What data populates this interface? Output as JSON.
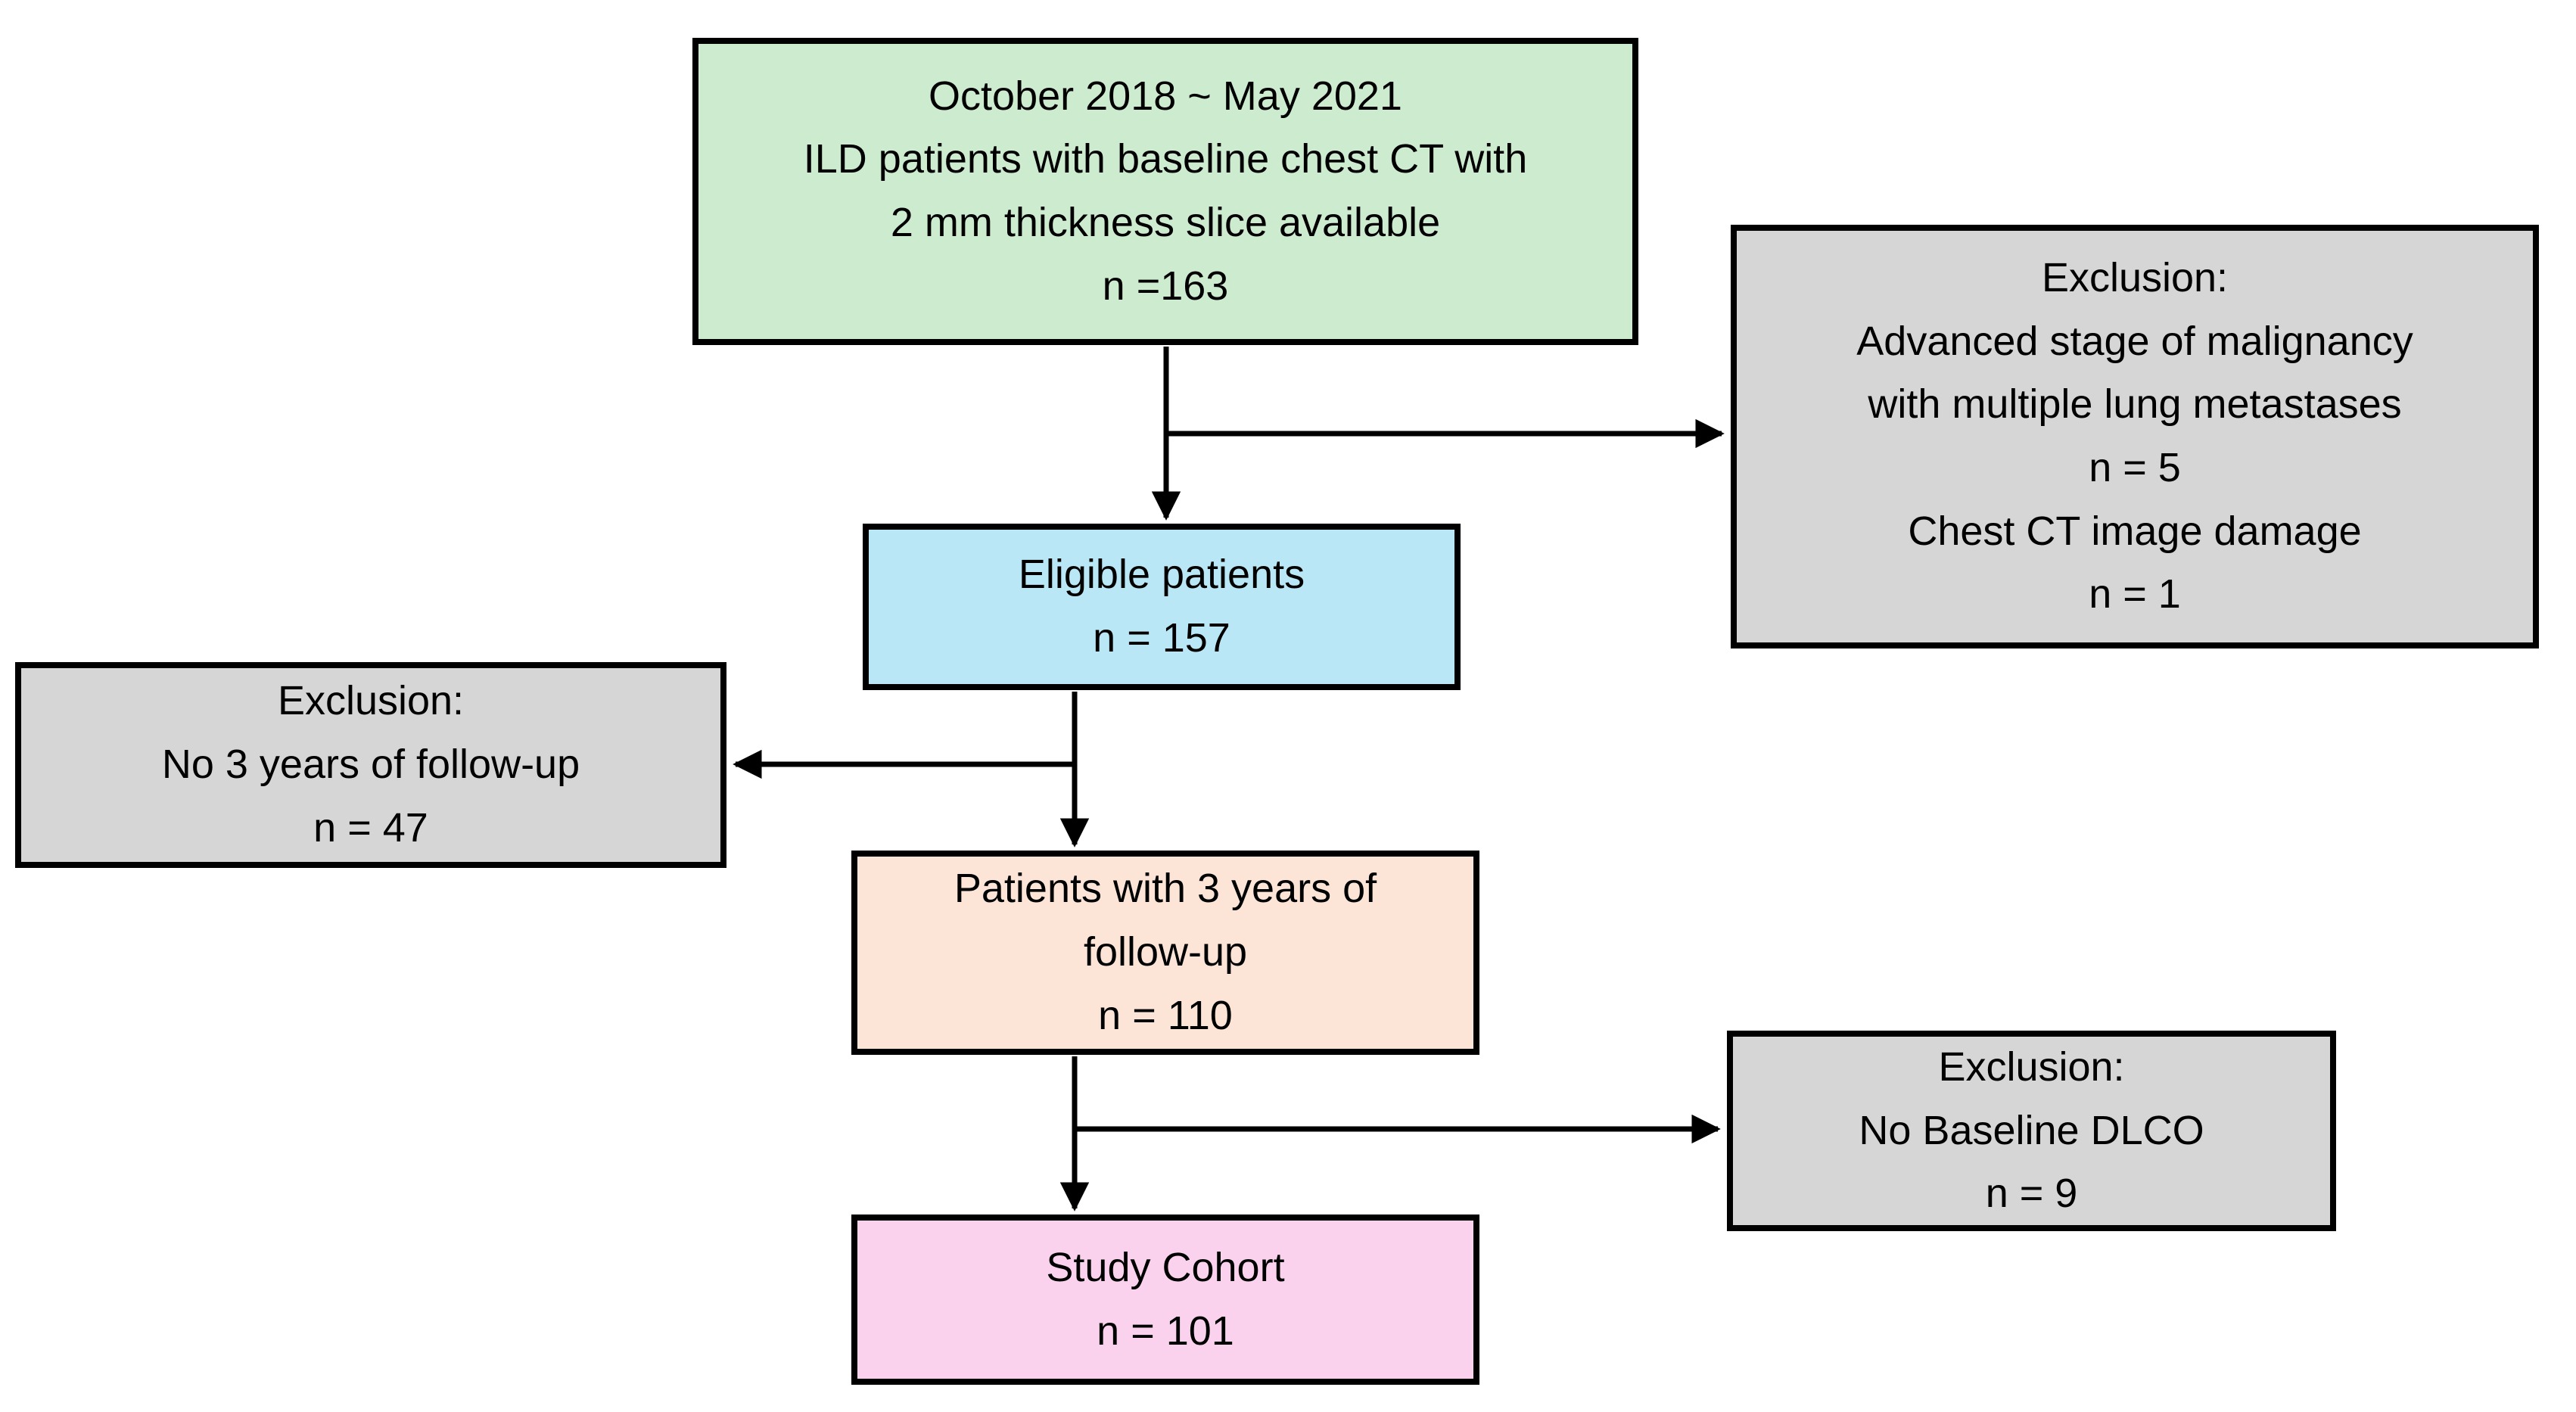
{
  "diagram": {
    "type": "patient-flow-chart",
    "colors": {
      "background": "#ffffff",
      "border": "#000000",
      "connector": "#000000",
      "text": "#000000"
    },
    "boxes": {
      "initial": {
        "fill": "#cdebce",
        "lines": [
          "October 2018 ~ May 2021",
          "ILD patients with baseline chest CT with",
          "2 mm thickness slice available",
          "n =163"
        ]
      },
      "exclusion1": {
        "fill": "#d6d6d6",
        "lines": [
          "Exclusion:",
          "Advanced stage of malignancy",
          "with multiple lung metastases",
          "n = 5",
          "Chest CT image damage",
          "n = 1"
        ]
      },
      "eligible": {
        "fill": "#b9e7f6",
        "lines": [
          "Eligible patients",
          "n = 157"
        ]
      },
      "exclusion2": {
        "fill": "#d6d6d6",
        "lines": [
          "Exclusion:",
          "No 3 years of follow-up",
          "n = 47"
        ]
      },
      "followup": {
        "fill": "#fce4d6",
        "lines": [
          "Patients with 3 years of",
          "follow-up",
          "n = 110"
        ]
      },
      "exclusion3": {
        "fill": "#d6d6d6",
        "lines": [
          "Exclusion:",
          "No Baseline DLCO",
          "n = 9"
        ]
      },
      "cohort": {
        "fill": "#fbd2ed",
        "lines": [
          "Study Cohort",
          "n = 101"
        ]
      }
    }
  }
}
